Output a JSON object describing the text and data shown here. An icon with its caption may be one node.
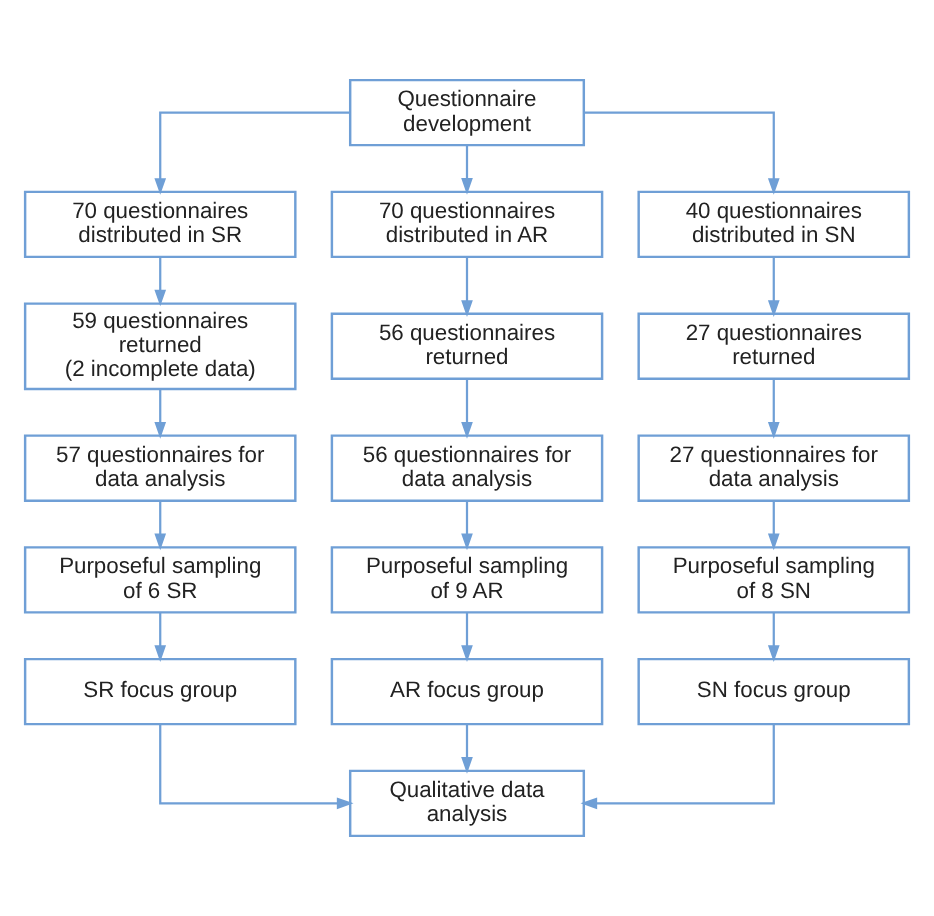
{
  "diagram": {
    "nodes": [
      {
        "text": [
          "Questionnaire development"
        ]
      },
      {
        "text": [
          "70 questionnaires distributed in SR"
        ]
      },
      {
        "text": [
          "70 questionnaires distributed in AR"
        ]
      },
      {
        "text": [
          "40 questionnaires distributed in SN"
        ]
      },
      {
        "text": [
          "59 questionnaires returned (2 incomplete data)"
        ]
      },
      {
        "text": [
          "56 questionnaires returned"
        ]
      },
      {
        "text": [
          "27 questionnaires returned"
        ]
      },
      {
        "text": [
          "57 questionnaires for data analysis"
        ]
      },
      {
        "text": [
          "56 questionnaires for data analysis"
        ]
      },
      {
        "text": [
          "27 questionnaires for data analysis"
        ]
      },
      {
        "text": [
          "Purposeful sampling of 6 SR"
        ]
      },
      {
        "text": [
          "Purposeful sampling of 9 AR"
        ]
      },
      {
        "text": [
          "Purposeful sampling of 8 SN"
        ]
      },
      {
        "text": [
          "SR focus group"
        ]
      },
      {
        "text": [
          "AR focus group"
        ]
      },
      {
        "text": [
          "SN focus group"
        ]
      },
      {
        "text": [
          "Qualitative data analysis"
        ]
      }
    ],
    "edges": [
      {
        "from": 0,
        "to": 1,
        "arrow": "to"
      },
      {
        "from": 0,
        "to": 2,
        "arrow": "to"
      },
      {
        "from": 0,
        "to": 3,
        "arrow": "to"
      },
      {
        "from": 1,
        "to": 4,
        "arrow": "to"
      },
      {
        "from": 2,
        "to": 5,
        "arrow": "to"
      },
      {
        "from": 3,
        "to": 6,
        "arrow": "to"
      },
      {
        "from": 4,
        "to": 7,
        "arrow": "to"
      },
      {
        "from": 5,
        "to": 8,
        "arrow": "to"
      },
      {
        "from": 6,
        "to": 9,
        "arrow": "to"
      },
      {
        "from": 7,
        "to": 10,
        "arrow": "to"
      },
      {
        "from": 8,
        "to": 11,
        "arrow": "to"
      },
      {
        "from": 9,
        "to": 12,
        "arrow": "to"
      },
      {
        "from": 10,
        "to": 13,
        "arrow": "to"
      },
      {
        "from": 11,
        "to": 14,
        "arrow": "to"
      },
      {
        "from": 12,
        "to": 15,
        "arrow": "to"
      },
      {
        "from": 13,
        "to": 16,
        "arrow": "to"
      },
      {
        "from": 14,
        "to": 16,
        "arrow": "to"
      },
      {
        "from": 15,
        "to": 16,
        "arrow": "to"
      }
    ]
  }
}
